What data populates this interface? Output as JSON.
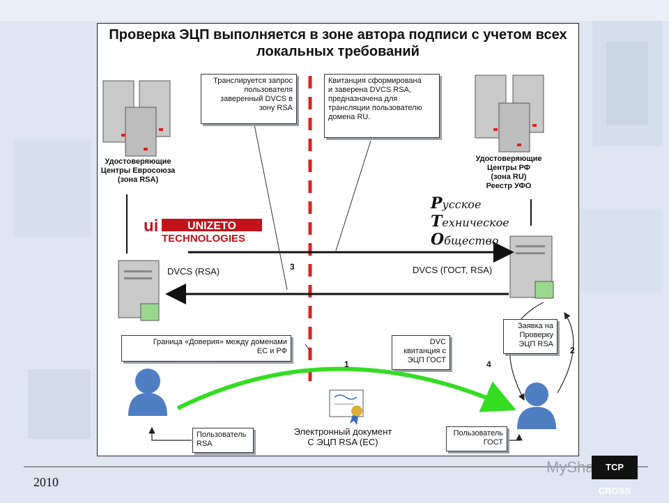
{
  "slide": {
    "year": "2010",
    "watermark": "MyShared",
    "corner_logo": "TCP CROSS"
  },
  "diagram": {
    "title": "Проверка ЭЦП выполняется в зоне автора подписи с учетом всех локальных требований",
    "eu_centers": {
      "lines": [
        "Удостоверяющие",
        "Центры Евросоюза",
        "(зона RSA)"
      ]
    },
    "ru_centers": {
      "lines": [
        "Удостоверяющие",
        "Центры РФ",
        "(зона RU)",
        "Реестр УФО"
      ]
    },
    "callout_request": {
      "lines": [
        "Транслируется запрос",
        "пользователя",
        "заверенный DVCS в",
        "зону RSA"
      ]
    },
    "callout_receipt": {
      "lines": [
        "Квитанция сформирована",
        "и заверена DVCS RSA,",
        "предназначена для",
        "трансляции пользователю",
        "домена RU."
      ]
    },
    "unizeto_logo": {
      "brand": "UNIZETO",
      "sub": "TECHNOLOGIES"
    },
    "rto_logo": {
      "lines": [
        "Русское",
        "Техническое",
        "Общество"
      ]
    },
    "dvcs_rsa": "DVCS (RSA)",
    "dvcs_gost": "DVCS (ГОСТ, RSA)",
    "trust_border": {
      "lines": [
        "Граница «Доверия» между доменами",
        "ЕС и РФ"
      ]
    },
    "dvc_receipt": {
      "lines": [
        "DVC",
        "квитанция с",
        "ЭЦП ГОСТ"
      ]
    },
    "verify_request": {
      "lines": [
        "Заявка на",
        "Проверку",
        "ЭЦП RSA"
      ]
    },
    "user_rsa": {
      "lines": [
        "Пользователь",
        "RSA"
      ]
    },
    "user_gost": {
      "lines": [
        "Пользователь",
        "ГОСТ"
      ]
    },
    "document": {
      "lines": [
        "Электронный документ",
        "С ЭЦП RSA (ЕС)"
      ]
    },
    "steps": [
      "1",
      "2",
      "3",
      "4"
    ],
    "colors": {
      "border_dash": "#e0201e",
      "transfer_arrow": "#33dd22",
      "server": "#c9c9c9",
      "user": "#4f7fc2"
    }
  }
}
